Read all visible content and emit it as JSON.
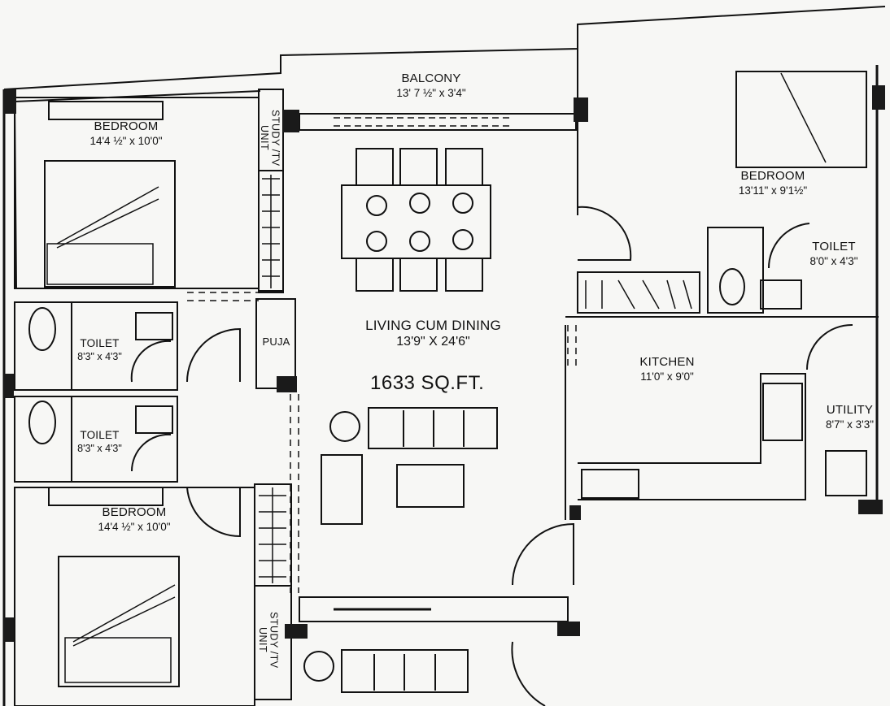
{
  "plan": {
    "total_area": "1633 SQ.FT.",
    "rooms": [
      {
        "id": "bedroom-top-left",
        "name": "BEDROOM",
        "dim": "14'4 ½\" x 10'0\""
      },
      {
        "id": "balcony-top",
        "name": "BALCONY",
        "dim": "13' 7 ½\" x 3'4\""
      },
      {
        "id": "bedroom-top-right",
        "name": "BEDROOM",
        "dim": "13'11\" x 9'1½\""
      },
      {
        "id": "toilet-right",
        "name": "TOILET",
        "dim": "8'0\" x 4'3\""
      },
      {
        "id": "living-dining",
        "name": "LIVING CUM DINING",
        "dim": "13'9\" X 24'6\""
      },
      {
        "id": "kitchen",
        "name": "KITCHEN",
        "dim": "11'0\" x 9'0\""
      },
      {
        "id": "utility",
        "name": "UTILITY",
        "dim": "8'7\" x 3'3\""
      },
      {
        "id": "toilet-left-1",
        "name": "TOILET",
        "dim": "8'3\" x 4'3\""
      },
      {
        "id": "toilet-left-2",
        "name": "TOILET",
        "dim": "8'3\" x 4'3\""
      },
      {
        "id": "puja",
        "name": "PUJA"
      },
      {
        "id": "bedroom-bottom-left",
        "name": "BEDROOM",
        "dim": "14'4 ½\" x 10'0\""
      },
      {
        "id": "study-top",
        "name": "STUDY /TV UNIT"
      },
      {
        "id": "study-bottom",
        "name": "STUDY /TV UNIT"
      }
    ]
  },
  "colors": {
    "line": "#111111",
    "background": "#f7f7f5",
    "column": "#1a1a1a"
  }
}
